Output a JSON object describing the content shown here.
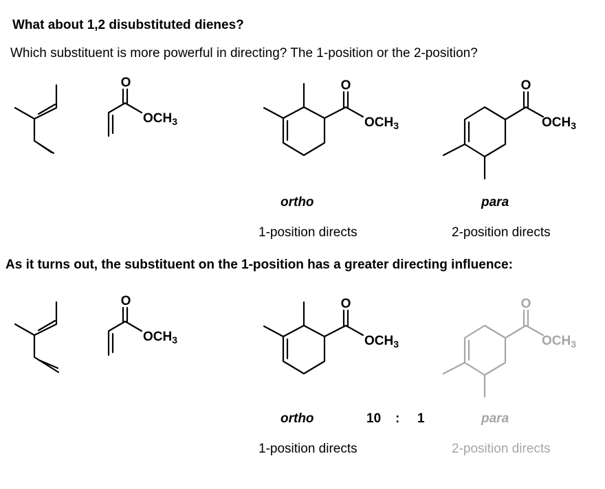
{
  "heading_1": "What about 1,2 disubstituted dienes?",
  "question": "Which substituent is more powerful in directing? The 1-position or the 2-position?",
  "heading_2": "As it turns out, the substituent on the 1-position has a greater directing influence:",
  "atoms": {
    "oxygen": "O",
    "methoxy": "OCH",
    "methoxy_subscript": "3"
  },
  "row_1": {
    "ortho_label": "ortho",
    "para_label": "para",
    "ortho_caption": "1-position directs",
    "para_caption": "2-position directs"
  },
  "row_2": {
    "ortho_label": "ortho",
    "para_label": "para",
    "ortho_caption": "1-position directs",
    "para_caption": "2-position directs",
    "ratio_major": "10",
    "ratio_sep": ":",
    "ratio_minor": "1"
  },
  "colors": {
    "text": "#000000",
    "minor_product": "#a6a6a6"
  }
}
